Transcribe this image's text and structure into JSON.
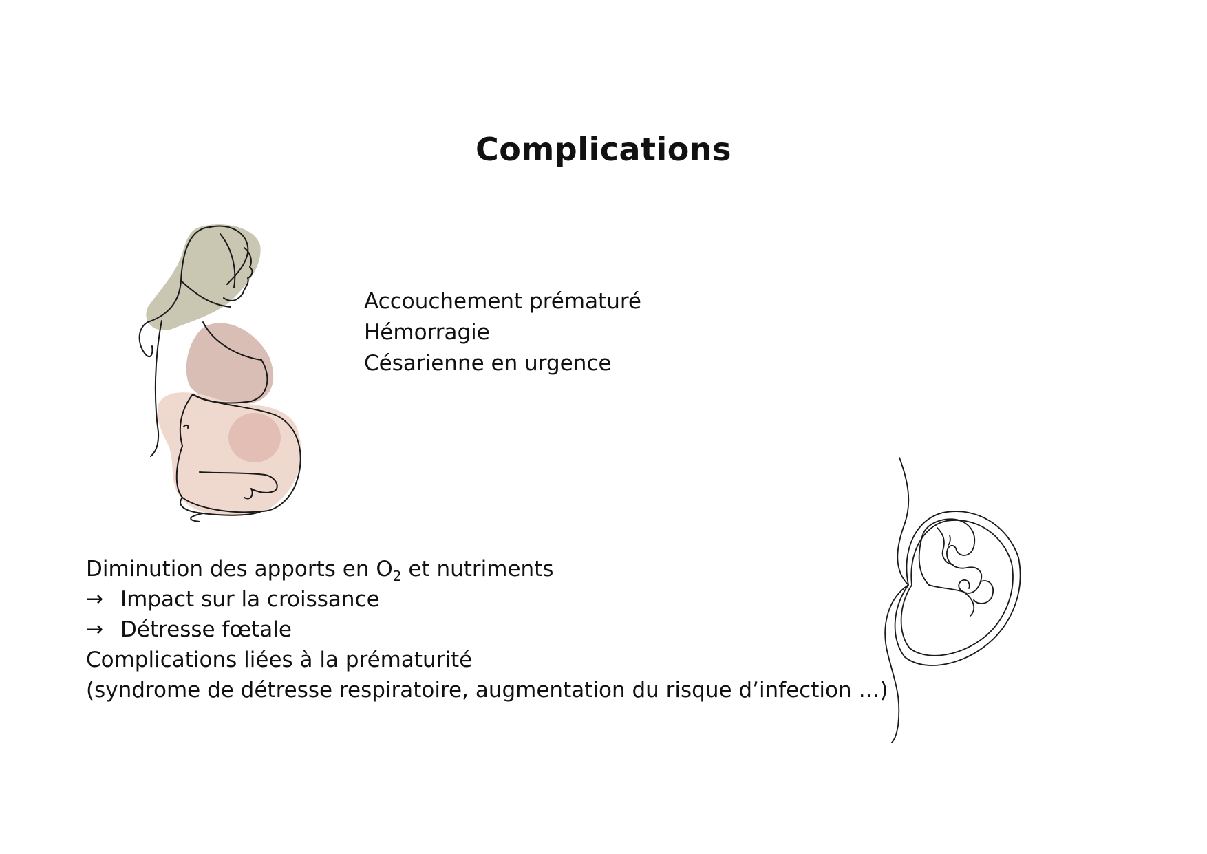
{
  "title": "Complications",
  "maternal": {
    "items": [
      "Accouchement prématuré",
      "Hémorragie",
      "Césarienne en urgence"
    ]
  },
  "fetal": {
    "line1_before": "Diminution des apports en O",
    "line1_sub": "2",
    "line1_after": " et nutriments",
    "arrow_glyph": "→",
    "arrow_items": [
      "Impact sur la croissance",
      "Détresse fœtale"
    ],
    "line4": "Complications liées à la prématurité",
    "line5": "(syndrome de détresse respiratoire, augmentation du risque d’infection …)"
  },
  "illustrations": {
    "mother": "pregnant-woman-line-art",
    "fetus": "fetus-line-art"
  },
  "colors": {
    "text": "#111111",
    "hair": "#c9c6b2",
    "skin": "#efd9cf",
    "belly_accent": "#e3beb4",
    "top": "#d9beb6"
  }
}
